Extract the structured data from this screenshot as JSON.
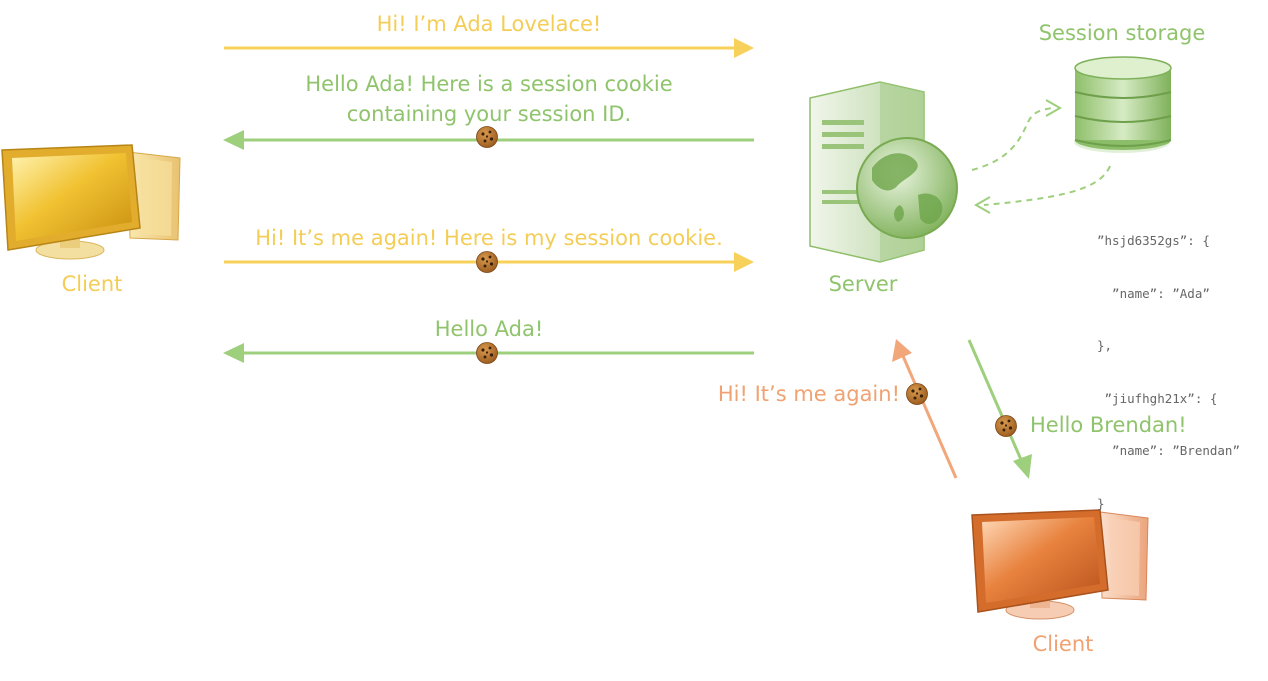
{
  "colors": {
    "yellow": "#f7d15a",
    "green": "#9ecf7c",
    "orange": "#f2a77a",
    "greenText": "#8fc46c",
    "yellowText": "#f4cd57",
    "orangeText": "#f0a272"
  },
  "labels": {
    "msg1": "Hi! I’m Ada Lovelace!",
    "msg2_line1": "Hello Ada! Here is a session cookie",
    "msg2_line2": "containing your session ID.",
    "msg3": "Hi! It’s me again! Here is my session cookie.",
    "msg4": "Hello Ada!",
    "msg5": "Hi! It’s me again!",
    "msg6": "Hello Brendan!",
    "client1": "Client",
    "client2": "Client",
    "server": "Server",
    "storage": "Session storage"
  },
  "storage_lines": [
    "”hsjd6352gs”: {",
    "  ”name”: ”Ada”",
    "},",
    " ”jiufhgh21x”: {",
    "  ”name”: ”Brendan”",
    "}"
  ]
}
